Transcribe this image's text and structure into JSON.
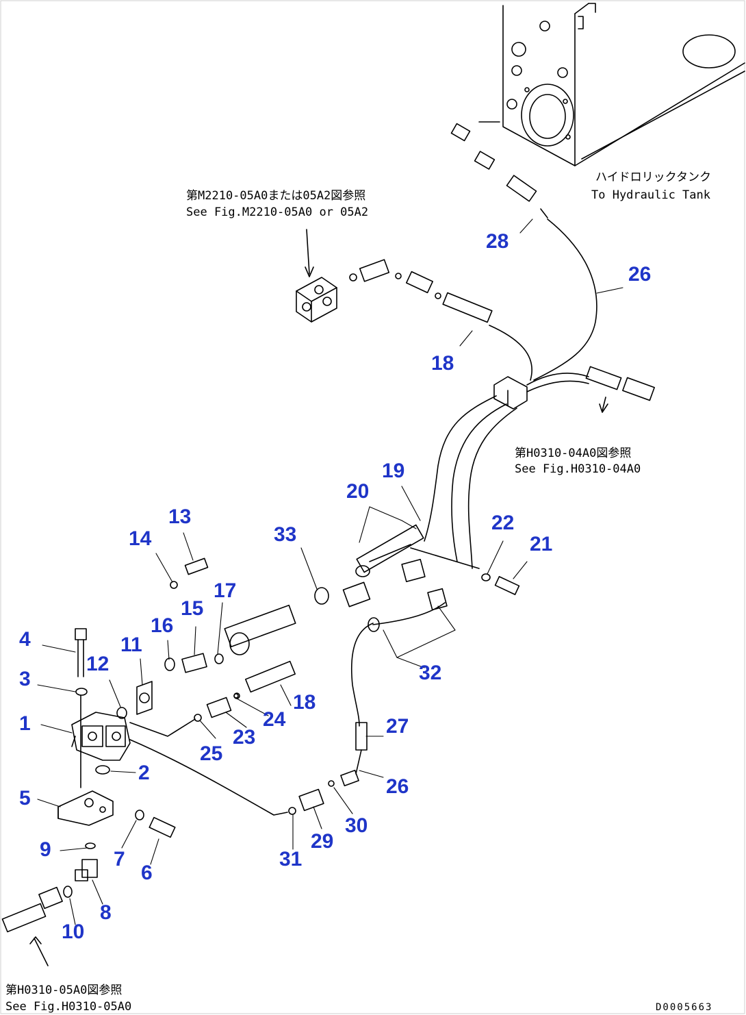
{
  "figure": {
    "code": "D0005663",
    "accent_color": "#1f35c8",
    "notes": {
      "tank_jp": "ハイドロリックタンク",
      "tank_en": "To Hydraulic Tank",
      "m2210_jp": "第M2210-05A0または05A2図参照",
      "m2210_en": "See Fig.M2210-05A0 or 05A2",
      "h0310_04_jp": "第H0310-04A0図参照",
      "h0310_04_en": "See Fig.H0310-04A0",
      "h0310_05_jp": "第H0310-05A0図参照",
      "h0310_05_en": "See Fig.H0310-05A0"
    },
    "callouts": [
      {
        "id": "c1",
        "label": "1"
      },
      {
        "id": "c2",
        "label": "2"
      },
      {
        "id": "c3",
        "label": "3"
      },
      {
        "id": "c4",
        "label": "4"
      },
      {
        "id": "c5",
        "label": "5"
      },
      {
        "id": "c6",
        "label": "6"
      },
      {
        "id": "c7",
        "label": "7"
      },
      {
        "id": "c8",
        "label": "8"
      },
      {
        "id": "c9",
        "label": "9"
      },
      {
        "id": "c10",
        "label": "10"
      },
      {
        "id": "c11",
        "label": "11"
      },
      {
        "id": "c12",
        "label": "12"
      },
      {
        "id": "c13",
        "label": "13"
      },
      {
        "id": "c14",
        "label": "14"
      },
      {
        "id": "c15",
        "label": "15"
      },
      {
        "id": "c16",
        "label": "16"
      },
      {
        "id": "c17",
        "label": "17"
      },
      {
        "id": "c18a",
        "label": "18"
      },
      {
        "id": "c18b",
        "label": "18"
      },
      {
        "id": "c19",
        "label": "19"
      },
      {
        "id": "c20",
        "label": "20"
      },
      {
        "id": "c21",
        "label": "21"
      },
      {
        "id": "c22",
        "label": "22"
      },
      {
        "id": "c23",
        "label": "23"
      },
      {
        "id": "c24",
        "label": "24"
      },
      {
        "id": "c25",
        "label": "25"
      },
      {
        "id": "c26a",
        "label": "26"
      },
      {
        "id": "c26b",
        "label": "26"
      },
      {
        "id": "c27",
        "label": "27"
      },
      {
        "id": "c28",
        "label": "28"
      },
      {
        "id": "c29",
        "label": "29"
      },
      {
        "id": "c30",
        "label": "30"
      },
      {
        "id": "c31",
        "label": "31"
      },
      {
        "id": "c32",
        "label": "32"
      },
      {
        "id": "c33",
        "label": "33"
      }
    ]
  }
}
